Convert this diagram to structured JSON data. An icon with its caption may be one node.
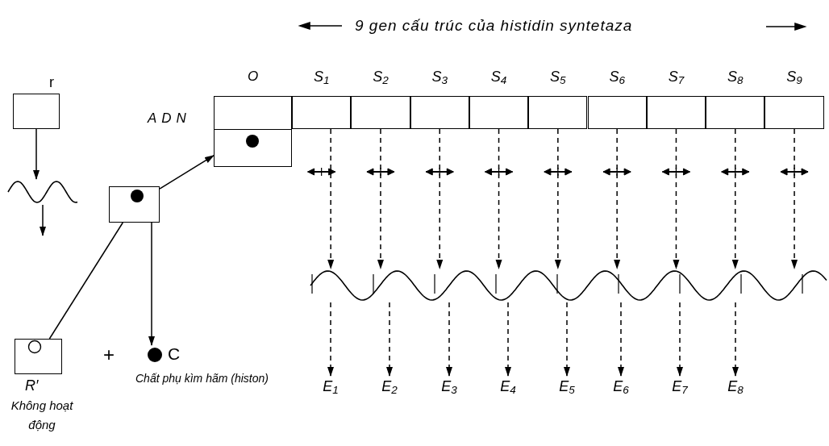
{
  "diagram": {
    "title": "9 gen cấu trúc của histidin syntetaza",
    "nodes": [
      {
        "text": [
          "r"
        ]
      },
      {
        "text": [],
        "shape": "wave"
      },
      {
        "text": [],
        "shape": "box"
      },
      {
        "text": [
          "O"
        ]
      },
      {
        "text": [
          "S$_{1}$"
        ]
      },
      {
        "text": [
          "S$_{2}$"
        ]
      },
      {
        "text": [
          "S$_{3}$"
        ]
      },
      {
        "text": [
          "S$_{4}$"
        ]
      },
      {
        "text": [
          "S$_{5}$"
        ]
      },
      {
        "text": [
          "S$_{6}$"
        ]
      },
      {
        "text": [
          "S$_{7}$"
        ]
      },
      {
        "text": [
          "S$_{8}$"
        ]
      },
      {
        "text": [
          "S$_{9}$"
        ]
      },
      {
        "text": [],
        "shape": "wave"
      },
      {
        "text": [
          "E$_{1}$"
        ]
      },
      {
        "text": [
          "E$_{2}$"
        ]
      },
      {
        "text": [
          "E$_{3}$"
        ]
      },
      {
        "text": [
          "E$_{4}$"
        ]
      },
      {
        "text": [
          "E$_{5}$"
        ]
      },
      {
        "text": [
          "E$_{6}$"
        ]
      },
      {
        "text": [
          "E$_{7}$"
        ]
      },
      {
        "text": [
          "E$_{8}$"
        ]
      },
      {
        "text": [
          "R′",
          "Không hoạt động"
        ]
      },
      {
        "text": [
          "C",
          "Chất phụ kìm hãm (histon)"
        ]
      }
    ],
    "edges": [
      {
        "from": 0,
        "to": 1,
        "arrow": "to"
      },
      {
        "from": 1,
        "to": null,
        "arrow": "to"
      },
      {
        "from": 2,
        "to": 3,
        "arrow": "to"
      },
      {
        "from": 2,
        "to": 23,
        "arrow": "to"
      },
      {
        "from": 22,
        "to": 2,
        "arrow": "none"
      },
      {
        "from": 4,
        "to": 13,
        "arrow": "to",
        "style": "dashed"
      },
      {
        "from": 5,
        "to": 13,
        "arrow": "to",
        "style": "dashed"
      },
      {
        "from": 6,
        "to": 13,
        "arrow": "to",
        "style": "dashed"
      },
      {
        "from": 7,
        "to": 13,
        "arrow": "to",
        "style": "dashed"
      },
      {
        "from": 8,
        "to": 13,
        "arrow": "to",
        "style": "dashed"
      },
      {
        "from": 9,
        "to": 13,
        "arrow": "to",
        "style": "dashed"
      },
      {
        "from": 10,
        "to": 13,
        "arrow": "to",
        "style": "dashed"
      },
      {
        "from": 11,
        "to": 13,
        "arrow": "to",
        "style": "dashed"
      },
      {
        "from": 12,
        "to": 13,
        "arrow": "to",
        "style": "dashed"
      },
      {
        "from": 13,
        "to": 14,
        "arrow": "to",
        "style": "dashed"
      },
      {
        "from": 13,
        "to": 15,
        "arrow": "to",
        "style": "dashed"
      },
      {
        "from": 13,
        "to": 16,
        "arrow": "to",
        "style": "dashed"
      },
      {
        "from": 13,
        "to": 17,
        "arrow": "to",
        "style": "dashed"
      },
      {
        "from": 13,
        "to": 18,
        "arrow": "to",
        "style": "dashed"
      },
      {
        "from": 13,
        "to": 19,
        "arrow": "to",
        "style": "dashed"
      },
      {
        "from": 13,
        "to": 20,
        "arrow": "to",
        "style": "dashed"
      },
      {
        "from": 13,
        "to": 21,
        "arrow": "to",
        "style": "dashed"
      }
    ],
    "labels": [
      "ADN",
      "+"
    ]
  }
}
